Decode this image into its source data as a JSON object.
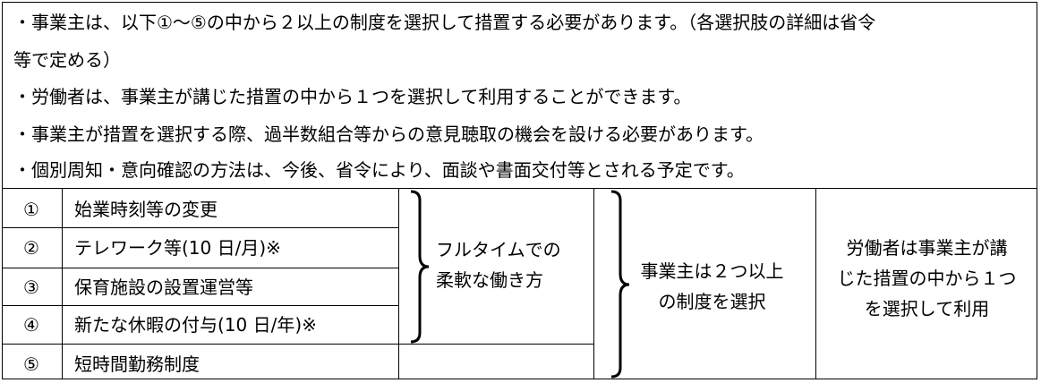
{
  "notes": [
    "・事業主は、以下①～⑤の中から２以上の制度を選択して措置する必要があります。（各選択肢の詳細は省令",
    "等で定める）",
    "・労働者は、事業主が講じた措置の中から１つを選択して利用することができます。",
    "・事業主が措置を選択する際、過半数組合等からの意見聴取の機会を設ける必要があります。",
    "・個別周知・意向確認の方法は、今後、省令により、面談や書面交付等とされる予定です。"
  ],
  "options": [
    {
      "num": "①",
      "label": "始業時刻等の変更"
    },
    {
      "num": "②",
      "label": "テレワーク等(10 日/月)※"
    },
    {
      "num": "③",
      "label": "保育施設の設置運営等"
    },
    {
      "num": "④",
      "label": "新たな休暇の付与(10 日/年)※"
    },
    {
      "num": "⑤",
      "label": "短時間勤務制度"
    }
  ],
  "group1": [
    "フルタイムでの",
    "柔軟な働き方"
  ],
  "group2": [
    "事業主は２つ以上",
    "の制度を選択"
  ],
  "group3": [
    "労働者は事業主が講",
    "じた措置の中から１つ",
    "を選択して利用"
  ]
}
